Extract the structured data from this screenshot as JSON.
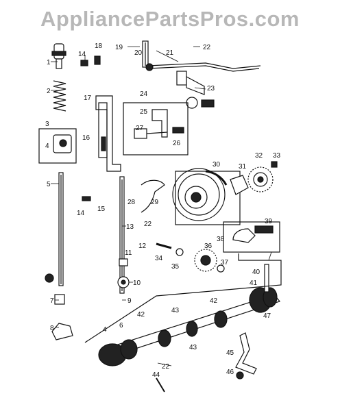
{
  "watermark": "AppliancePartsPros.com",
  "callouts": [
    "1",
    "2",
    "3",
    "4",
    "5",
    "7",
    "8",
    "9",
    "10",
    "11",
    "12",
    "13",
    "14",
    "14",
    "15",
    "16",
    "17",
    "18",
    "19",
    "20",
    "21",
    "22",
    "22",
    "22",
    "23",
    "24",
    "25",
    "26",
    "27",
    "28",
    "29",
    "30",
    "31",
    "32",
    "33",
    "34",
    "35",
    "36",
    "37",
    "38",
    "39",
    "40",
    "41",
    "42",
    "42",
    "43",
    "43",
    "44",
    "45",
    "46",
    "47",
    "4",
    "6"
  ]
}
